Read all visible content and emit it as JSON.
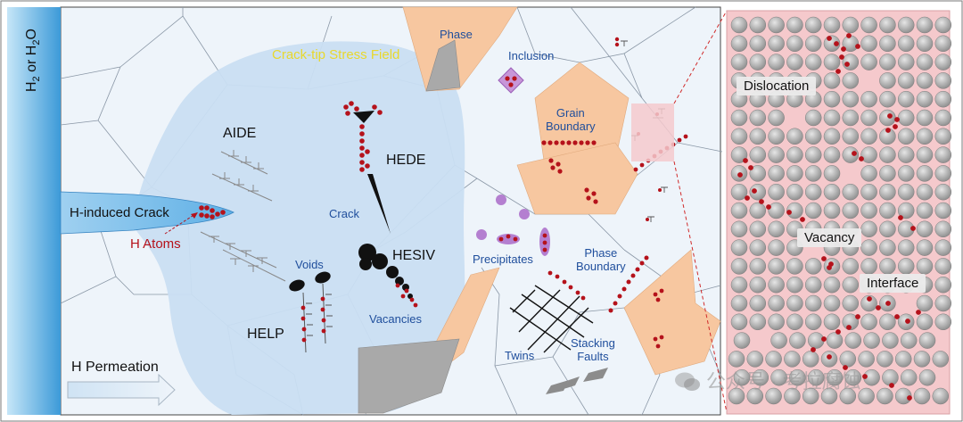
{
  "environment": {
    "label_main": "H",
    "label_sub": "2",
    "label_or": " or ",
    "label_main2": "H",
    "label_sub2": "2",
    "label_end": "O"
  },
  "crack": {
    "label": "H-induced Crack",
    "atoms_label": "H Atoms"
  },
  "stress_field": {
    "label": "Crack-tip Stress Field"
  },
  "mechanisms": {
    "aide": "AIDE",
    "hede": "HEDE",
    "hesiv": "HESIV",
    "help": "HELP",
    "crack": "Crack",
    "voids": "Voids",
    "vacancies": "Vacancies"
  },
  "microstructure": {
    "phase": "Phase",
    "inclusion": "Inclusion",
    "grain_boundary": [
      "Grain",
      "Boundary"
    ],
    "precipitates": "Precipitates",
    "phase_boundary": [
      "Phase",
      "Boundary"
    ],
    "twins": "Twins",
    "stacking_faults": [
      "Stacking",
      "Faults"
    ]
  },
  "permeation": {
    "label": "H Permeation"
  },
  "atomic_view": {
    "dislocation": "Dislocation",
    "vacancy": "Vacancy",
    "interface": "Interface"
  },
  "watermark": {
    "text": "公众号 · 考拉腐蚀"
  },
  "colors": {
    "environment": "#4aa3df",
    "stress_field": "#c9def2",
    "grain_bg": "#eef4fa",
    "phase": "#f7c7a0",
    "hydrogen": "#b5121b",
    "atom": "#a6a6a6",
    "atomic_panel": "#f5c9cc",
    "precipitate": "#b47fd0",
    "stress_label": "#e8d82c"
  }
}
